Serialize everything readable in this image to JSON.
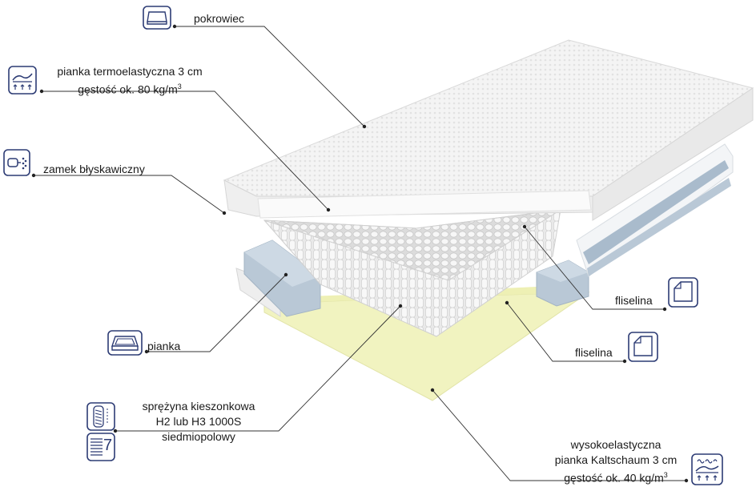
{
  "labels": {
    "pokrowiec": "pokrowiec",
    "pianka_termo_line1": "pianka termoelastyczna 3 cm",
    "pianka_termo_line2": "gęstość ok. 80 kg/m",
    "pianka_termo_sup": "3",
    "zamek": "zamek błyskawiczny",
    "fliselina_upper": "fliselina",
    "fliselina_lower": "fliselina",
    "pianka": "pianka",
    "sprezyna_line1": "sprężyna kieszonkowa",
    "sprezyna_line2": "H2 lub H3 1000S",
    "sprezyna_line3": "siedmiopolowy",
    "kaltschaum_line1": "wysokoelastyczna",
    "kaltschaum_line2": "pianka Kaltschaum 3 cm",
    "kaltschaum_line3": "gęstość ok. 40 kg/m",
    "kaltschaum_sup": "3",
    "seven_zone_number": "7"
  },
  "colors": {
    "icon_stroke": "#2c3b74",
    "leader": "#333333",
    "cover": "#f2f2f2",
    "spring": "#e6e6e6",
    "foam_blue": "#b9c8d6",
    "foam_yellow": "#f1f3c0"
  },
  "icons": {
    "pokrowiec": "mattress-cover-icon",
    "pianka_termo": "memory-foam-icon",
    "zamek": "zipper-icon",
    "fliselina": "fleece-sheet-icon",
    "pianka": "foam-tray-icon",
    "sprezyna": "pocket-spring-icon",
    "seven_zone": "seven-zone-icon",
    "kaltschaum": "cold-foam-icon"
  }
}
